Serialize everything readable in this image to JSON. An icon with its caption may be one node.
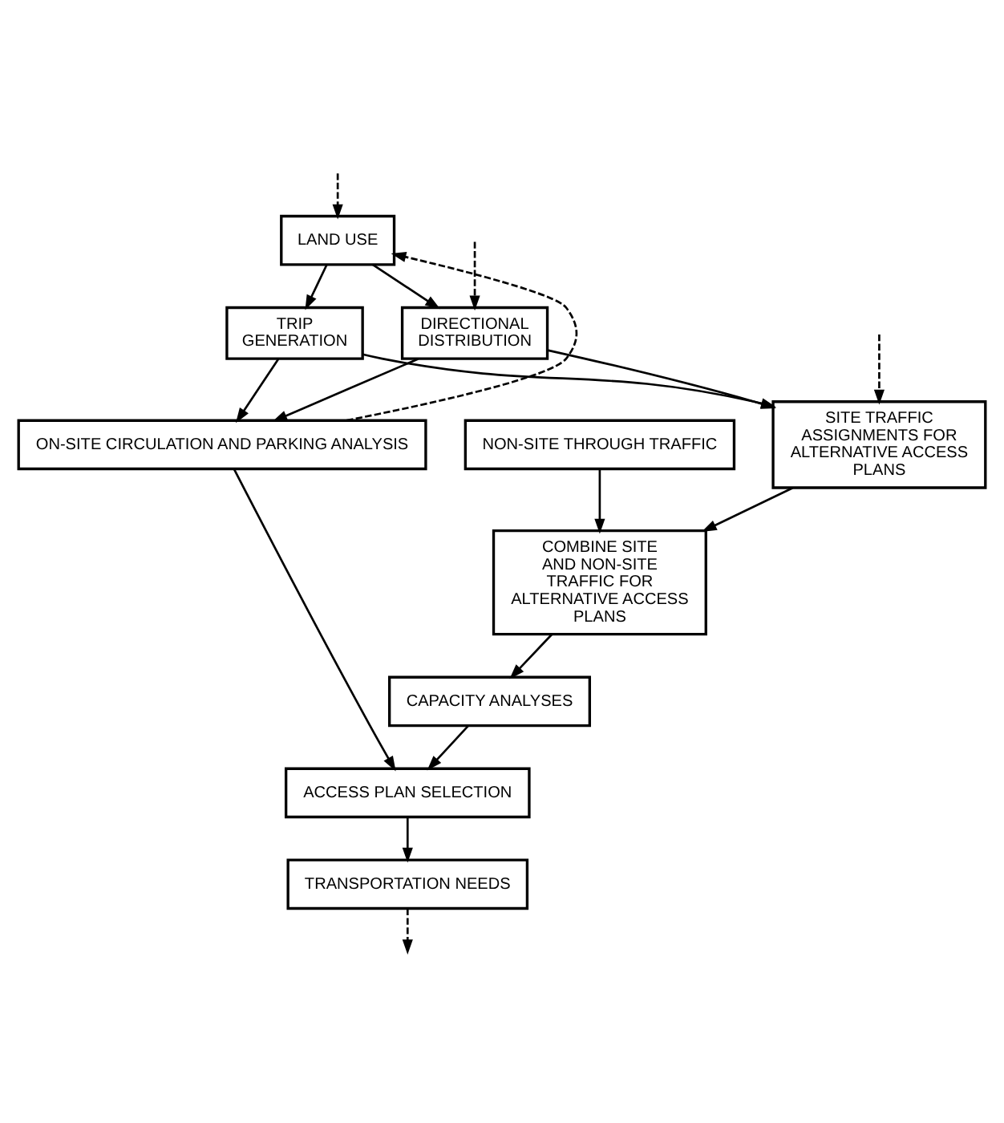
{
  "diagram": {
    "nodes": [
      {
        "text": [
          "LAND USE"
        ]
      },
      {
        "text": [
          "TRIP GENERATION"
        ]
      },
      {
        "text": [
          "DIRECTIONAL DISTRIBUTION"
        ]
      },
      {
        "text": [
          "SITE TRAFFIC ASSIGNMENTS FOR ALTERNATIVE ACCESS PLANS"
        ]
      },
      {
        "text": [
          "NON-SITE THROUGH TRAFFIC"
        ]
      },
      {
        "text": [
          "ON-SITE CIRCULATION AND PARKING ANALYSIS"
        ]
      },
      {
        "text": [
          "COMBINE SITE AND NON-SITE TRAFFIC FOR ALTERNATIVE ACCESS PLANS"
        ]
      },
      {
        "text": [
          "CAPACITY ANALYSES"
        ]
      },
      {
        "text": [
          "ACCESS PLAN SELECTION"
        ]
      },
      {
        "text": [
          "TRANSPORTATION NEEDS"
        ]
      }
    ],
    "edges": [
      {
        "from": 0,
        "to": 1,
        "arrow": "to"
      },
      {
        "from": 0,
        "to": 2,
        "arrow": "to"
      },
      {
        "from": 1,
        "to": 3,
        "arrow": "to"
      },
      {
        "from": 1,
        "to": 5,
        "arrow": "to"
      },
      {
        "from": 2,
        "to": 3,
        "arrow": "to"
      },
      {
        "from": 2,
        "to": 5,
        "arrow": "to"
      },
      {
        "from": 3,
        "to": 6,
        "arrow": "to"
      },
      {
        "from": 4,
        "to": 6,
        "arrow": "to"
      },
      {
        "from": 6,
        "to": 7,
        "arrow": "to"
      },
      {
        "from": 7,
        "to": 8,
        "arrow": "to"
      },
      {
        "from": 5,
        "to": 8,
        "arrow": "to"
      },
      {
        "from": 8,
        "to": 9,
        "arrow": "to"
      },
      {
        "from": 5,
        "to": 0,
        "arrow": "to",
        "style": "dashed"
      },
      {
        "from": 9,
        "to": null,
        "arrow": "to",
        "style": "dashed"
      },
      {
        "from": null,
        "to": 0,
        "arrow": "to",
        "style": "dashed"
      },
      {
        "from": null,
        "to": 2,
        "arrow": "to",
        "style": "dashed"
      },
      {
        "from": null,
        "to": 3,
        "arrow": "to",
        "style": "dashed"
      }
    ]
  }
}
